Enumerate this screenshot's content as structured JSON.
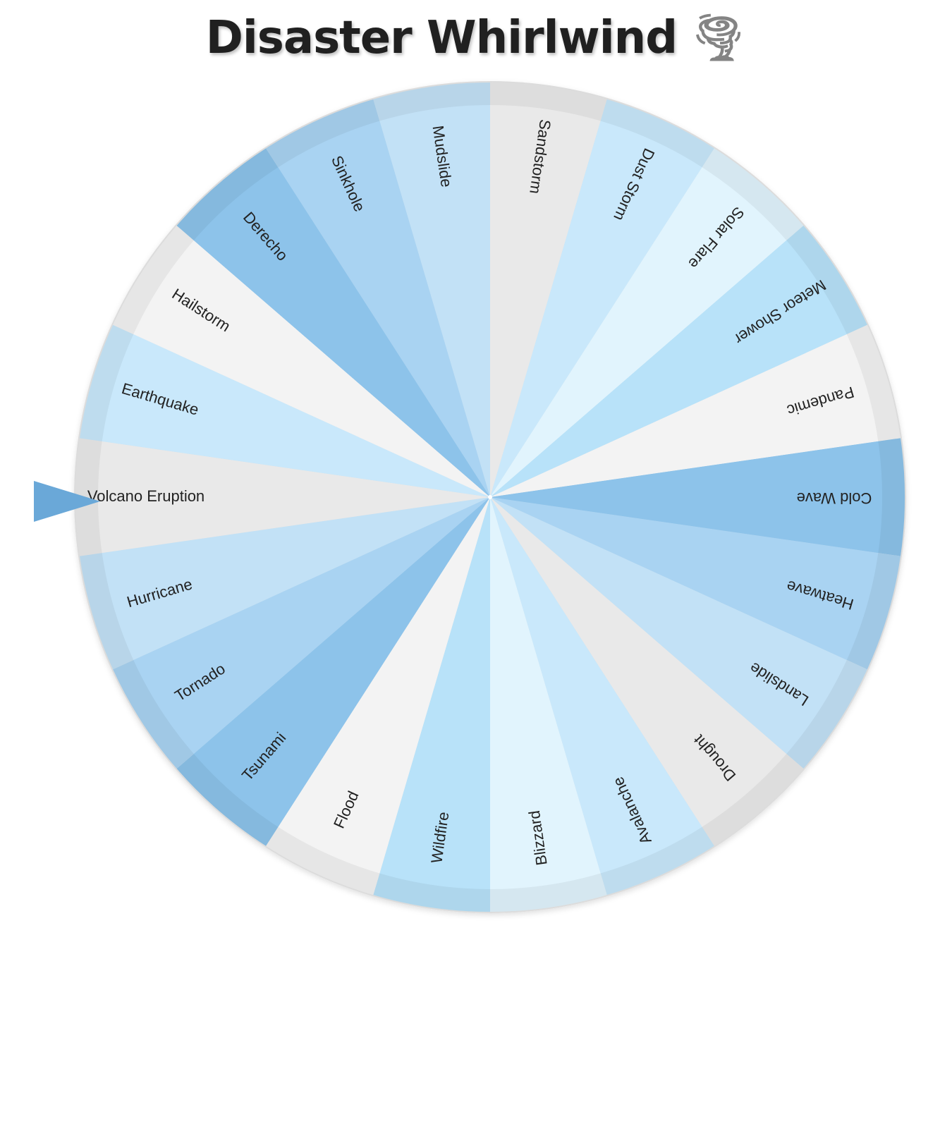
{
  "header": {
    "title": "Disaster Whirlwind",
    "icon": "tornado-icon",
    "icon_glyph": "🌪"
  },
  "wheel": {
    "selected": "Volcano Eruption",
    "segments": [
      {
        "label": "Sandstorm",
        "color": "#e9e9e9"
      },
      {
        "label": "Dust Storm",
        "color": "#c9e8fb"
      },
      {
        "label": "Solar Flare",
        "color": "#e1f4fd"
      },
      {
        "label": "Meteor Shower",
        "color": "#b8e2f9"
      },
      {
        "label": "Pandemic",
        "color": "#f3f3f3"
      },
      {
        "label": "Cold Wave",
        "color": "#8dc3ea"
      },
      {
        "label": "Heatwave",
        "color": "#a9d3f2"
      },
      {
        "label": "Landslide",
        "color": "#c2e1f6"
      },
      {
        "label": "Drought",
        "color": "#e9e9e9"
      },
      {
        "label": "Avalanche",
        "color": "#c9e8fb"
      },
      {
        "label": "Blizzard",
        "color": "#e1f4fd"
      },
      {
        "label": "Wildfire",
        "color": "#b8e2f9"
      },
      {
        "label": "Flood",
        "color": "#f3f3f3"
      },
      {
        "label": "Tsunami",
        "color": "#8dc3ea"
      },
      {
        "label": "Tornado",
        "color": "#a9d3f2"
      },
      {
        "label": "Hurricane",
        "color": "#c2e1f6"
      },
      {
        "label": "Volcano Eruption",
        "color": "#e9e9e9"
      },
      {
        "label": "Earthquake",
        "color": "#c9e8fb"
      },
      {
        "label": "Hailstorm",
        "color": "#f3f3f3"
      },
      {
        "label": "Derecho",
        "color": "#8dc3ea"
      },
      {
        "label": "Sinkhole",
        "color": "#a9d3f2"
      },
      {
        "label": "Mudslide",
        "color": "#c2e1f6"
      }
    ]
  },
  "colors": {
    "pointer": "#6aa8d8",
    "rim_shadow": "#dcdcdc"
  }
}
